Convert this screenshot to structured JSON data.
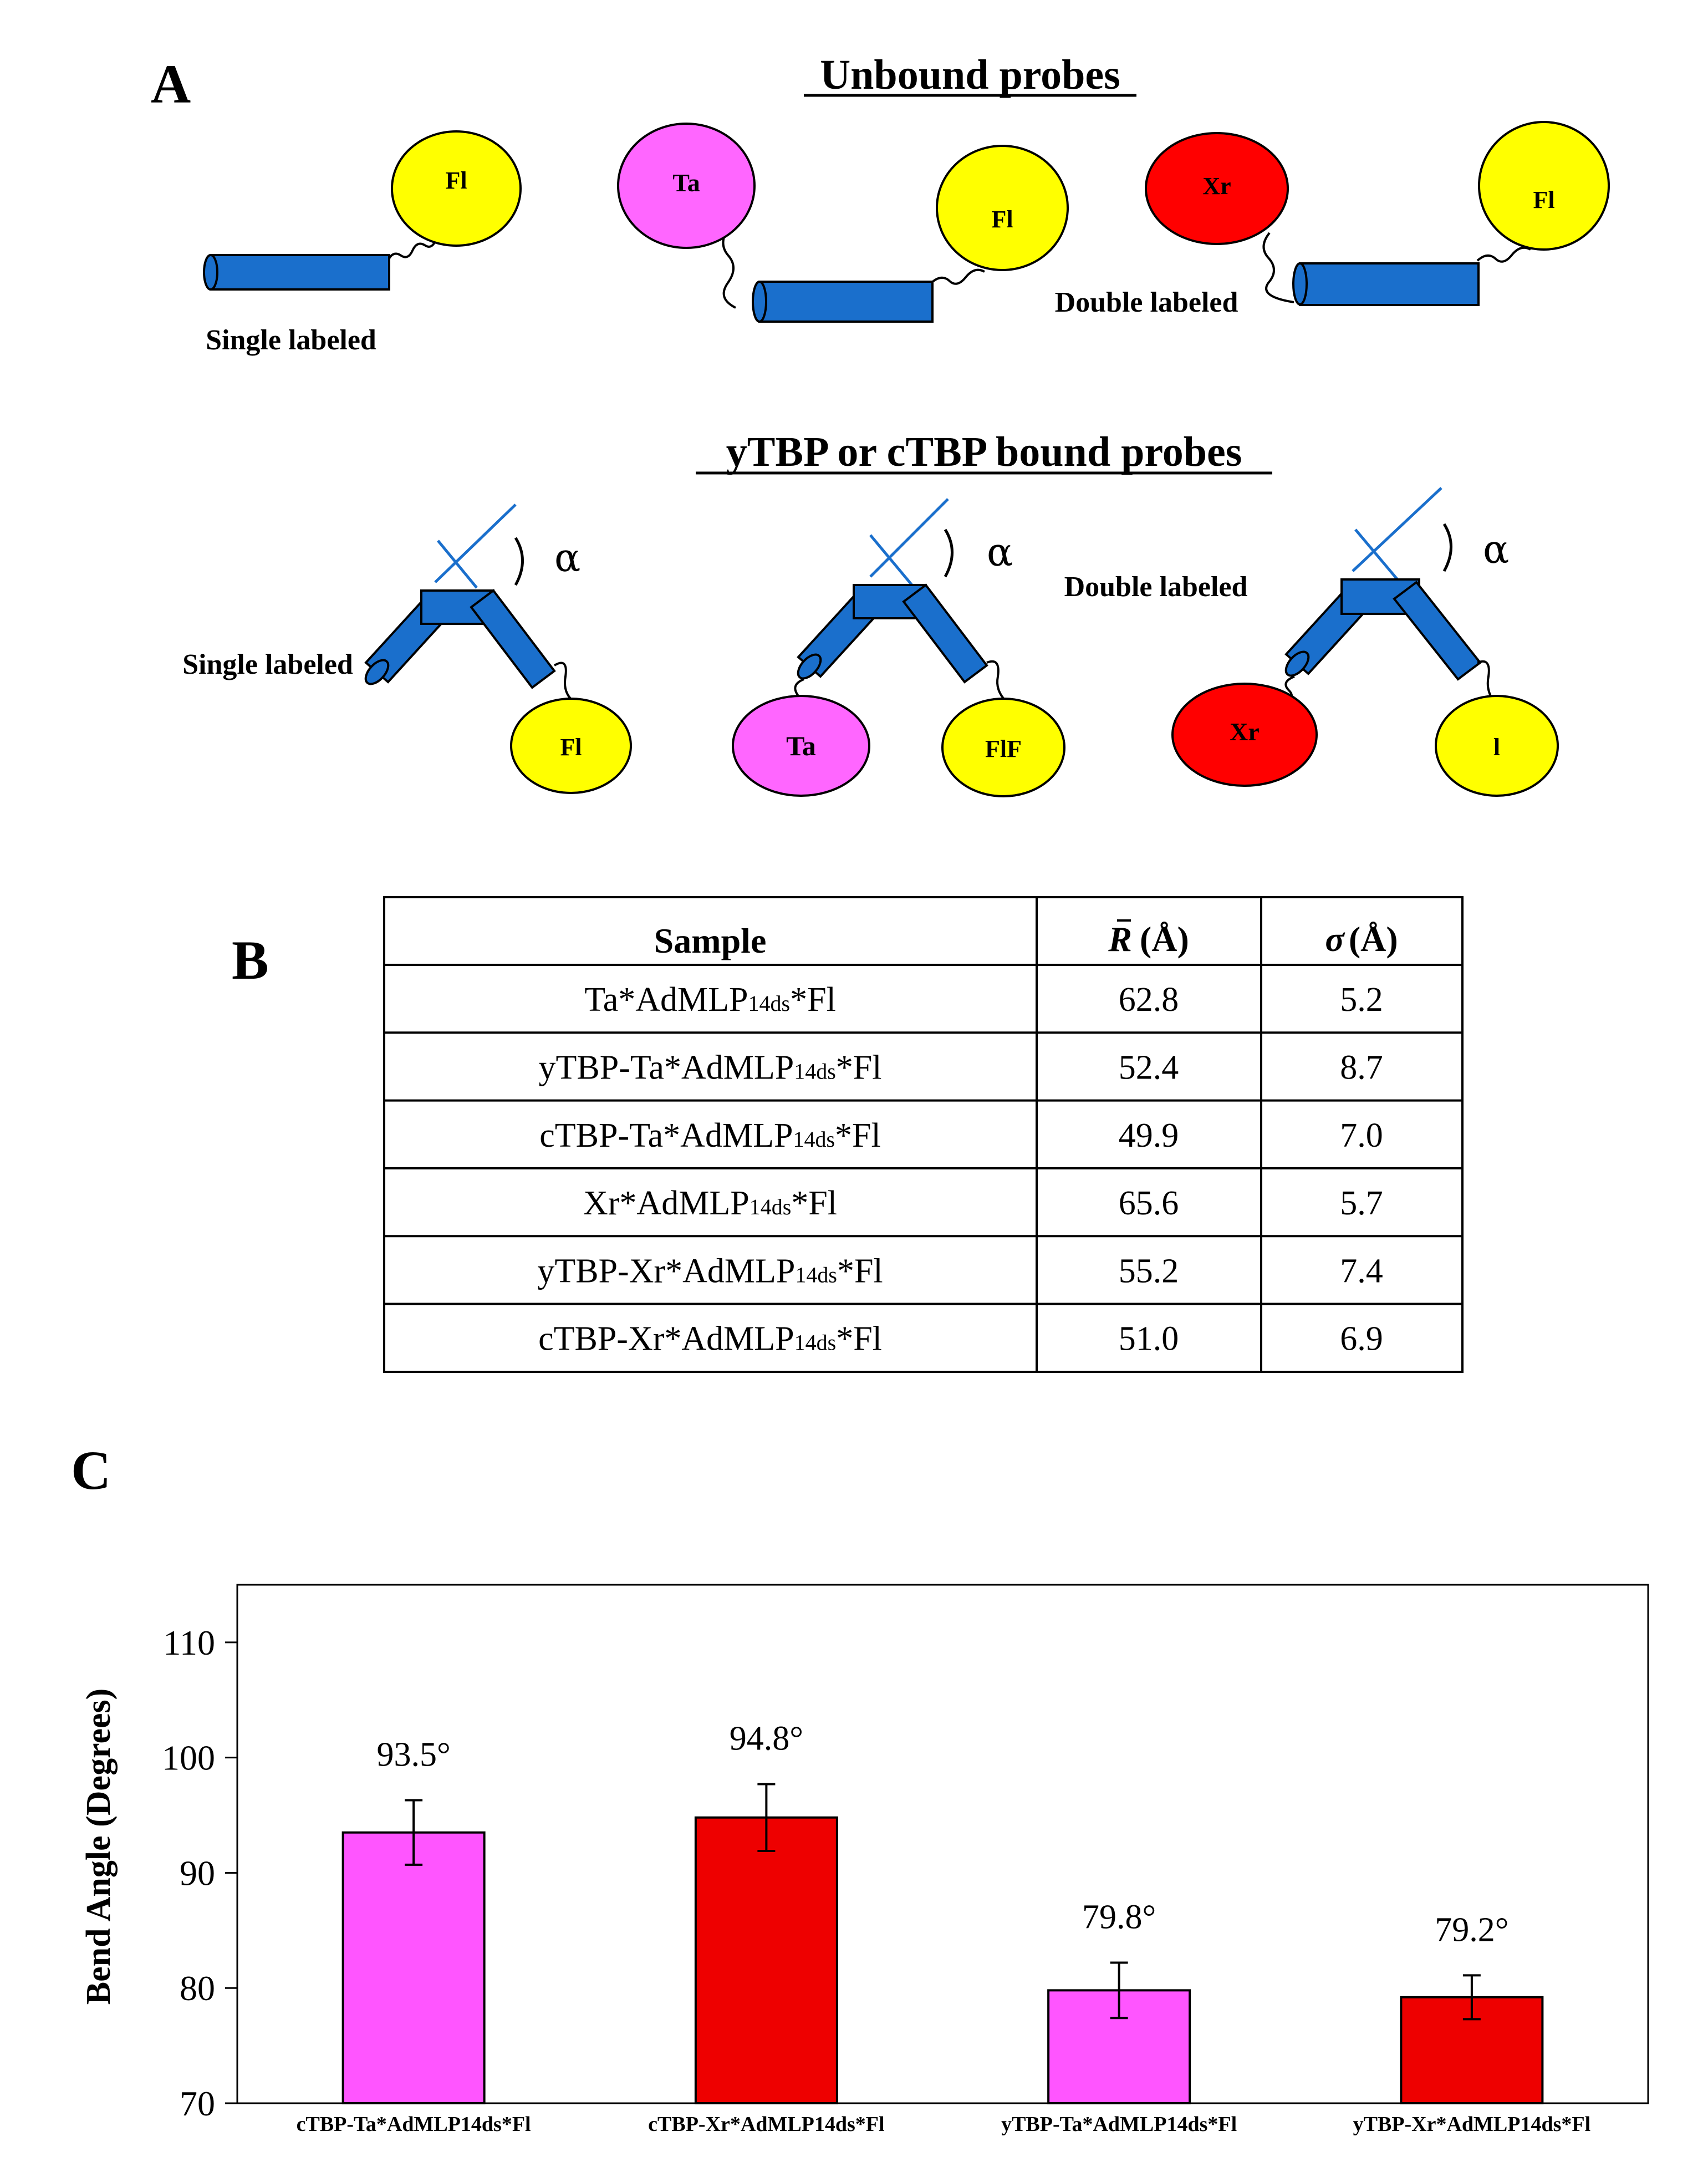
{
  "panel_a": {
    "letter": "A",
    "unbound_heading": "Unbound probes",
    "bound_heading": "yTBP or cTBP bound probes",
    "single_labeled": "Single labeled",
    "double_labeled": "Double labeled",
    "unbound_labels": {
      "fl_1": "Fl",
      "ta": "Ta",
      "fl_2": "Fl",
      "xr": "Xr",
      "fl_3": "Fl"
    },
    "bound_labels": {
      "fl_1": "Fl",
      "ta": "Ta",
      "fl_2": "FlF",
      "xr": "Xr",
      "fl_3": "l"
    },
    "angle_symbol": "α",
    "colors": {
      "dna": "#1a6fcc",
      "fl": "#ffff00",
      "ta": "#ff66ff",
      "xr": "#ff0000"
    }
  },
  "panel_b": {
    "letter": "B",
    "headers": {
      "sample": "Sample",
      "r_symbol": "R",
      "r_unit": "(Å)",
      "sigma_symbol": "σ",
      "sigma_unit": "(Å)"
    },
    "rows": [
      {
        "prefix": "Ta*AdMLP",
        "sub": "14ds",
        "suffix": "*Fl",
        "r": "62.8",
        "sigma": "5.2"
      },
      {
        "prefix": "yTBP-Ta*AdMLP",
        "sub": "14ds",
        "suffix": "*Fl",
        "r": "52.4",
        "sigma": "8.7"
      },
      {
        "prefix": "cTBP-Ta*AdMLP",
        "sub": "14ds",
        "suffix": "*Fl",
        "r": "49.9",
        "sigma": "7.0"
      },
      {
        "prefix": "Xr*AdMLP",
        "sub": "14ds",
        "suffix": "*Fl",
        "r": "65.6",
        "sigma": "5.7"
      },
      {
        "prefix": "yTBP-Xr*AdMLP",
        "sub": "14ds",
        "suffix": "*Fl",
        "r": "55.2",
        "sigma": "7.4"
      },
      {
        "prefix": "cTBP-Xr*AdMLP",
        "sub": "14ds",
        "suffix": "*Fl",
        "r": "51.0",
        "sigma": "6.9"
      }
    ]
  },
  "panel_c": {
    "letter": "C"
  },
  "chart_data": {
    "type": "bar",
    "categories": [
      "cTBP-Ta*AdMLP14ds*Fl",
      "cTBP-Xr*AdMLP14ds*Fl",
      "yTBP-Ta*AdMLP14ds*Fl",
      "yTBP-Xr*AdMLP14ds*Fl"
    ],
    "values": [
      93.5,
      94.8,
      79.8,
      79.2
    ],
    "errors": [
      2.8,
      2.9,
      2.4,
      1.9
    ],
    "data_labels": [
      "93.5°",
      "94.8°",
      "79.8°",
      "79.2°"
    ],
    "bar_colors": [
      "#ff55ff",
      "#ee0000",
      "#ff55ff",
      "#ee0000"
    ],
    "ylabel": "Bend Angle  (Degrees)",
    "xlabel": "",
    "ylim": [
      70,
      115
    ],
    "yticks": [
      70,
      80,
      90,
      100,
      110
    ],
    "grid": false
  }
}
